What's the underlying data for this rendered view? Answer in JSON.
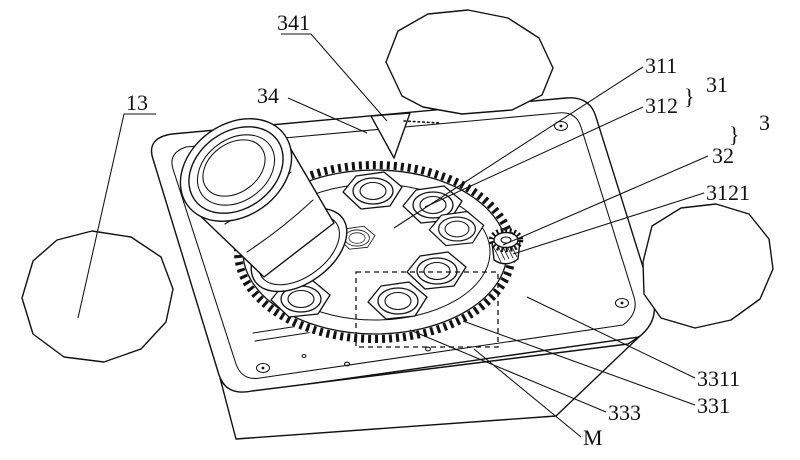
{
  "figure": {
    "kind": "patent-style technical line drawing of a lens turret / filter-wheel assembly",
    "colors": {
      "ink": "#111111",
      "paper": "#ffffff"
    },
    "labels": {
      "n341": "341",
      "n34": "34",
      "n13": "13",
      "n311": "311",
      "n31": "31",
      "n312": "312",
      "n3": "3",
      "n32": "32",
      "n3121": "3121",
      "n3311": "3311",
      "n331": "331",
      "n333": "333",
      "nM": "M",
      "brace_small": "}",
      "brace_large": "}"
    }
  }
}
